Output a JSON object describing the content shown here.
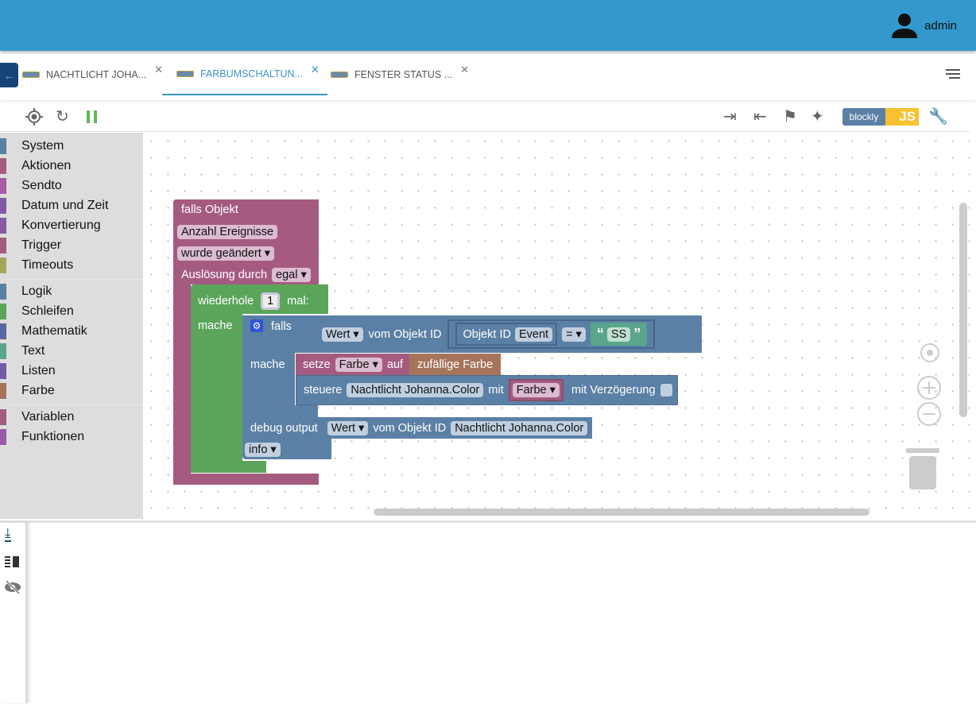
{
  "header": {
    "user": "admin"
  },
  "tabs": [
    {
      "label": "NACHTLICHT JOHA...",
      "active": false
    },
    {
      "label": "FARBUMSCHALTUN...",
      "active": true
    },
    {
      "label": "FENSTER STATUS ...",
      "active": false
    }
  ],
  "toolbar": {
    "blockly_label": "blockly",
    "js_label": "JS"
  },
  "sidebar": {
    "groups": [
      [
        {
          "label": "System",
          "color": "#5b80a5"
        },
        {
          "label": "Aktionen",
          "color": "#a55b80"
        },
        {
          "label": "Sendto",
          "color": "#a55ba5"
        },
        {
          "label": "Datum und Zeit",
          "color": "#805ba5"
        },
        {
          "label": "Konvertierung",
          "color": "#8a5ba5"
        },
        {
          "label": "Trigger",
          "color": "#a55b80"
        },
        {
          "label": "Timeouts",
          "color": "#a5a55b"
        }
      ],
      [
        {
          "label": "Logik",
          "color": "#5b80a5"
        },
        {
          "label": "Schleifen",
          "color": "#5ba55b"
        },
        {
          "label": "Mathematik",
          "color": "#5b67a5"
        },
        {
          "label": "Text",
          "color": "#5ba58c"
        },
        {
          "label": "Listen",
          "color": "#745ba5"
        },
        {
          "label": "Farbe",
          "color": "#a5745b"
        }
      ],
      [
        {
          "label": "Variablen",
          "color": "#a55b80"
        },
        {
          "label": "Funktionen",
          "color": "#995ba5"
        }
      ]
    ]
  },
  "blocks": {
    "trigger": {
      "title": "falls Objekt",
      "object": "Anzahl Ereignisse",
      "condition": "wurde geändert",
      "trigger_by_label": "Auslösung durch",
      "trigger_by": "egal"
    },
    "repeat": {
      "label": "wiederhole",
      "count": "1",
      "times": "mal:",
      "do": "mache"
    },
    "if": {
      "label": "falls",
      "do": "mache",
      "value": "Wert",
      "from_id": "vom Objekt ID",
      "object_id_label": "Objekt ID",
      "object_id": "Event",
      "op": "=",
      "quote_open": "“",
      "text": "SS",
      "quote_close": "”"
    },
    "set": {
      "label": "setze",
      "var": "Farbe",
      "to": "auf",
      "random": "zufällige Farbe"
    },
    "control": {
      "label": "steuere",
      "target": "Nachtlicht Johanna.Color",
      "with": "mit",
      "var": "Farbe",
      "delay": "mit Verzögerung"
    },
    "debug": {
      "label": "debug output",
      "value": "Wert",
      "from_id": "vom Objekt ID",
      "target": "Nachtlicht Johanna.Color",
      "level": "info"
    }
  }
}
